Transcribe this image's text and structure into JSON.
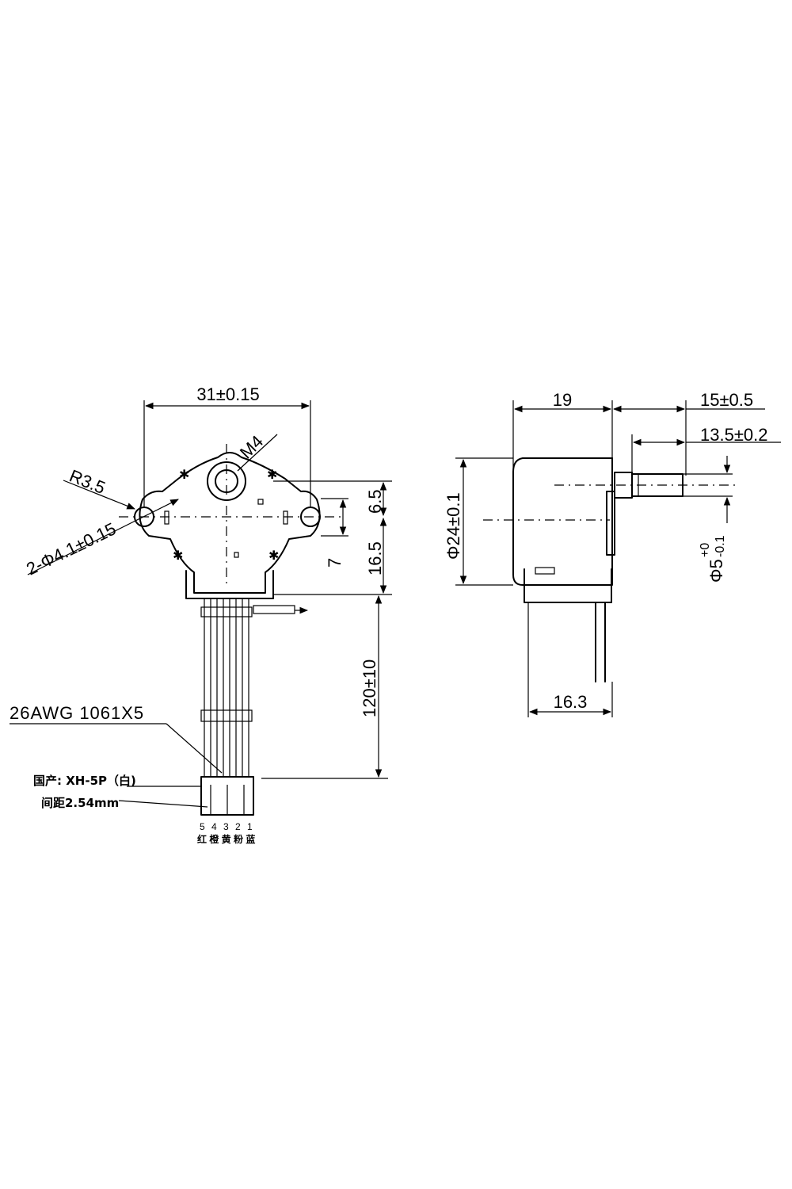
{
  "front_view": {
    "width_dim": "31±0.15",
    "thread_label": "M4",
    "radius_label": "R3.5",
    "hole_label": "2-Φ4.1±0.15",
    "dim_6_5": "6.5",
    "dim_7": "7",
    "dim_16_5": "16.5",
    "wire_len": "120±10",
    "wire_spec": "26AWG 1061X5",
    "wire_note": "国产: XH-5P (白)",
    "connector_label": "国产: XH-5P（白)",
    "pitch_label": "间距2.54mm",
    "pin_numbers": [
      "5",
      "4",
      "3",
      "2",
      "1"
    ],
    "pin_colors": "红 橙 黄 粉 蓝"
  },
  "side_view": {
    "body_len": "19",
    "shaft_len": "15±0.5",
    "flat_len": "13.5±0.2",
    "diameter": "Φ24±0.1",
    "shaft_dia": "Φ5",
    "shaft_tol_upper": "+0",
    "shaft_tol_lower": "-0.1",
    "bracket_len": "16.3"
  }
}
